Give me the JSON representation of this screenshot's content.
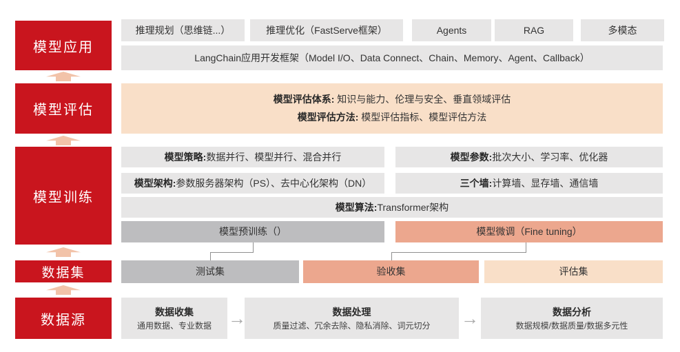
{
  "colors": {
    "stage_red": "#C9151E",
    "light_gray": "#E7E6E6",
    "dark_gray": "#BDBDBF",
    "salmon": "#ECA78E",
    "peach": "#F9DFC8",
    "arrow_peach": "#F2C3A9"
  },
  "stages": [
    {
      "label": "模型应用"
    },
    {
      "label": "模型评估"
    },
    {
      "label": "模型训练"
    },
    {
      "label": "数据集"
    },
    {
      "label": "数据源"
    }
  ],
  "application": {
    "items": [
      "推理规划（思维链...）",
      "推理优化（FastServe框架）",
      "Agents",
      "RAG",
      "多模态"
    ],
    "framework": "LangChain应用开发框架（Model I/O、Data Connect、Chain、Memory、Agent、Callback）"
  },
  "evaluation": {
    "system_label": "模型评估体系:",
    "system_text": " 知识与能力、伦理与安全、垂直领域评估",
    "method_label": "模型评估方法:",
    "method_text": " 模型评估指标、模型评估方法"
  },
  "training": {
    "strategy_label": "模型策略:",
    "strategy_text": " 数据并行、模型并行、混合并行",
    "params_label": "模型参数:",
    "params_text": " 批次大小、学习率、优化器",
    "arch_label": "模型架构:",
    "arch_text": " 参数服务器架构（PS）、去中心化架构（DN）",
    "walls_label": "三个墙:",
    "walls_text": " 计算墙、显存墙、通信墙",
    "algo_label": "模型算法:",
    "algo_text": " Transformer架构",
    "pretrain": "模型预训练（）",
    "finetune": "模型微调（Fine tuning）"
  },
  "datasets": {
    "test": "测试集",
    "acceptance": "验收集",
    "evaluation": "评估集"
  },
  "pipeline": {
    "steps": [
      {
        "title": "数据收集",
        "subtitle": "通用数据、专业数据"
      },
      {
        "title": "数据处理",
        "subtitle": "质量过滤、冗余去除、隐私消除、词元切分"
      },
      {
        "title": "数据分析",
        "subtitle": "数据规模/数据质量/数据多元性"
      }
    ],
    "arrow_glyph": "→"
  }
}
